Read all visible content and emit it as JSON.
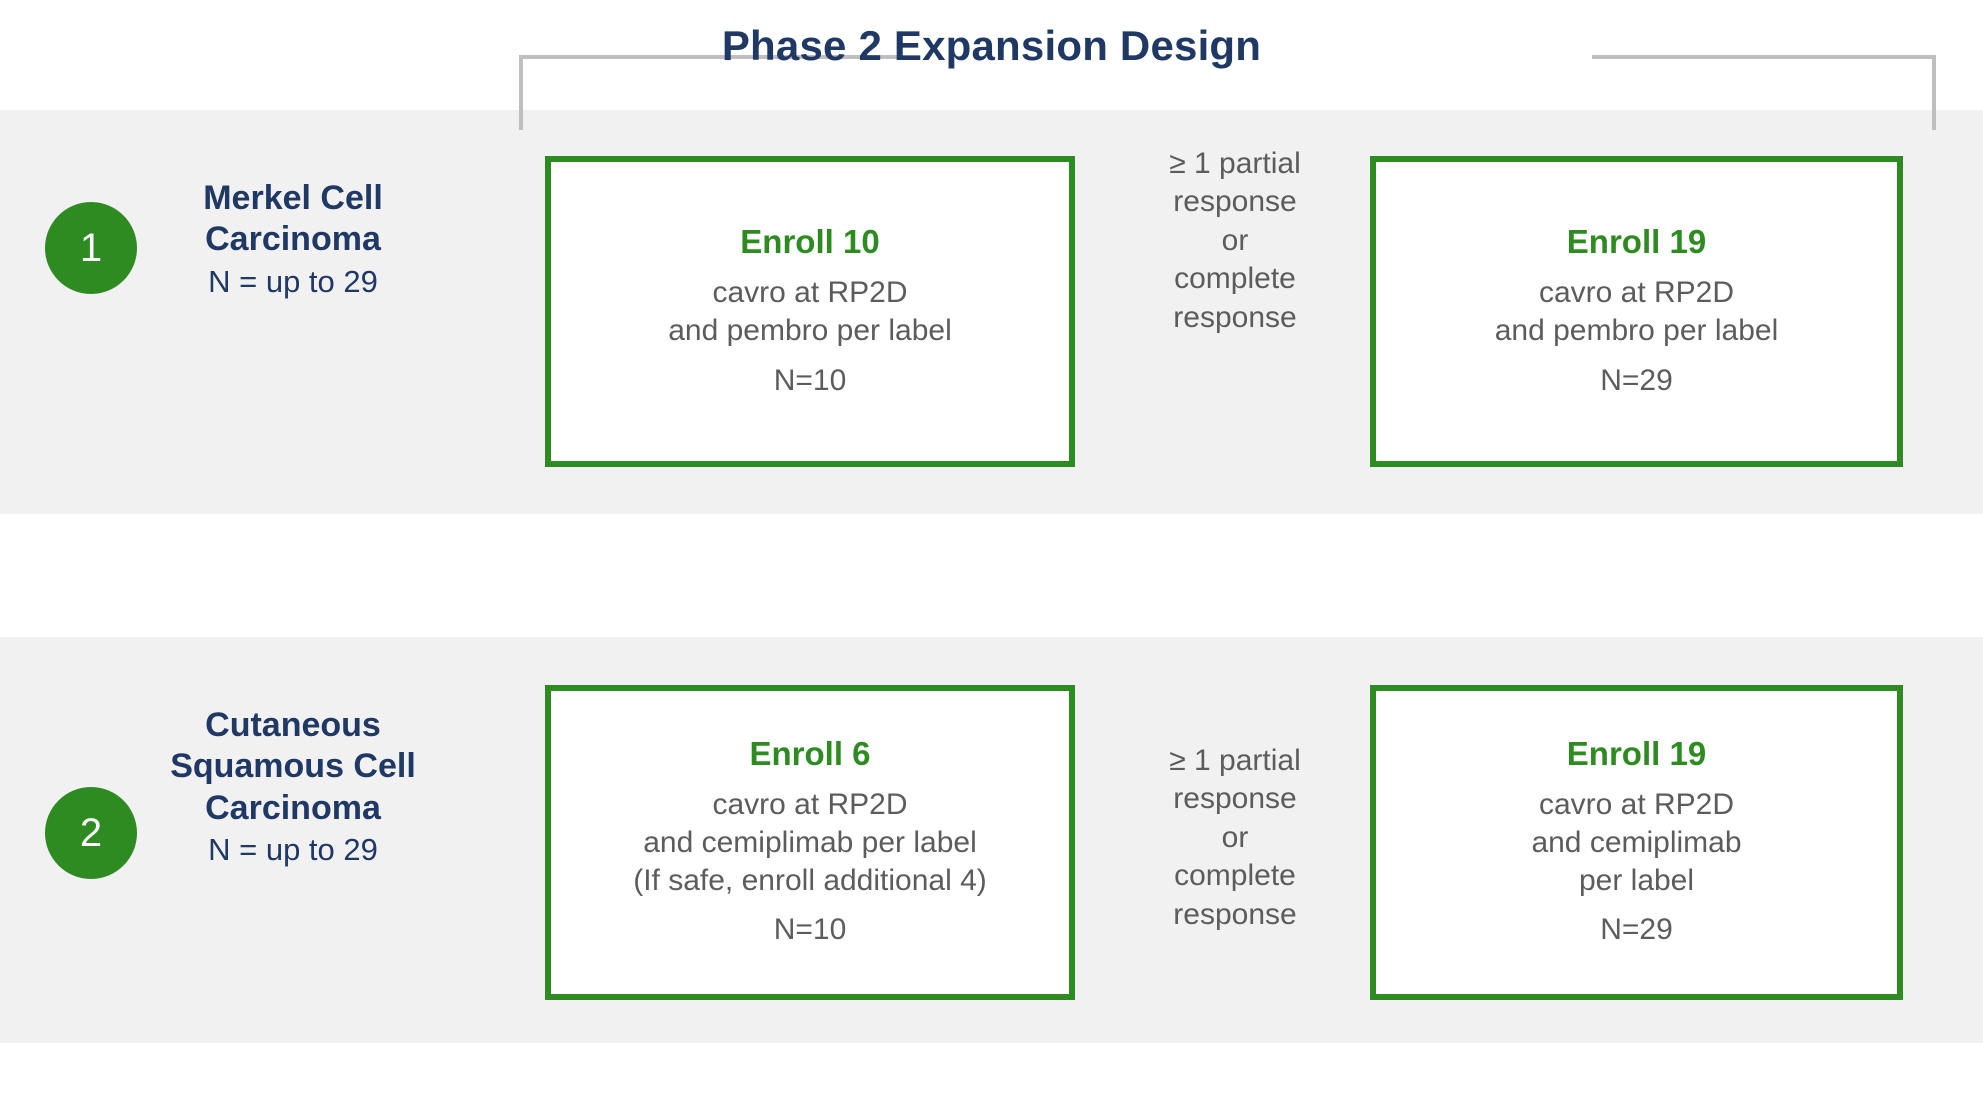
{
  "header": {
    "title": "Phase 2 Expansion Design"
  },
  "colors": {
    "navy": "#1F3864",
    "green": "#2E8B22",
    "body_gray": "#5C5C5C",
    "band_gray": "#F1F1F1",
    "bracket_gray": "#BFBFBF"
  },
  "rows": [
    {
      "badge": "1",
      "cohort_name": "Merkel Cell Carcinoma",
      "cohort_n": "N = up to 29",
      "box_a": {
        "title": "Enroll 10",
        "line1": "cavro at RP2D",
        "line2": "and pembro per label",
        "line3": "",
        "n": "N=10"
      },
      "criteria": "≥ 1 partial response or complete response",
      "box_b": {
        "title": "Enroll 19",
        "line1": "cavro at RP2D",
        "line2": "and pembro per label",
        "line3": "",
        "n": "N=29"
      }
    },
    {
      "badge": "2",
      "cohort_name": "Cutaneous Squamous Cell Carcinoma",
      "cohort_n": "N = up to 29",
      "box_a": {
        "title": "Enroll 6",
        "line1": "cavro at RP2D",
        "line2": "and cemiplimab per label",
        "line3": "(If safe, enroll additional 4)",
        "n": "N=10"
      },
      "criteria": "≥ 1 partial response or complete response",
      "box_b": {
        "title": "Enroll 19",
        "line1": "cavro at RP2D",
        "line2": "and cemiplimab",
        "line3": "per label",
        "n": "N=29"
      }
    }
  ],
  "criteria_lines": [
    "≥ 1 partial",
    "response",
    "or",
    "complete",
    "response"
  ]
}
